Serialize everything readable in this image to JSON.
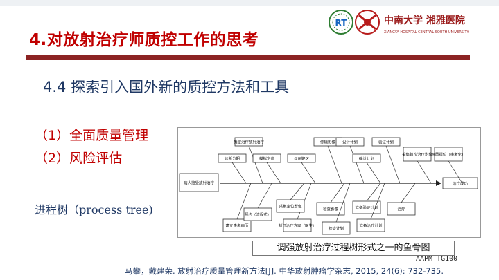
{
  "slide": {
    "title": "4.对放射治疗师质控工作的思考",
    "subtitle": "4.4 探索引入国外新的质控方法和工具",
    "bullets": [
      "（1）全面质量管理",
      "（2）风险评估"
    ],
    "process_tree": "进程树（process tree)",
    "caption": "调强放射治疗过程树形式之一的鱼骨图",
    "aapm": "AAPM TG100",
    "reference": "马攀，戴建荣. 放射治疗质量管理新方法[J]. 中华放射肿瘤学杂志, 2015, 24(6): 732-735."
  },
  "logo": {
    "rt_text": "RT",
    "university_name": "中南大学 湘雅医院",
    "english_name": "XIANGYA HOSPITAL CENTRAL SOUTH UNIVERSITY"
  },
  "fishbone": {
    "start_label": "病人接受放射治疗",
    "end_label": "治疗成功",
    "top_labels": [
      "诊断分期",
      "确定治疗放射治疗",
      "模拟定位",
      "勾画靶区",
      "传输影像",
      "设计计划",
      "确认计划",
      "验证计划",
      "采集首次治疗影像",
      "每周摆位（患者化）"
    ],
    "bottom_labels": [
      "建立患者病历",
      "制订治疗方案（医生）",
      "预约（流程式）",
      "检查影像",
      "采集定位影像",
      "检查计划",
      "准备验证计划",
      "准备治疗计划",
      "治疗"
    ]
  },
  "colors": {
    "title": "#c00000",
    "rule": "#8c2323",
    "subtitle": "#1f3864",
    "bullet": "#c00000"
  }
}
